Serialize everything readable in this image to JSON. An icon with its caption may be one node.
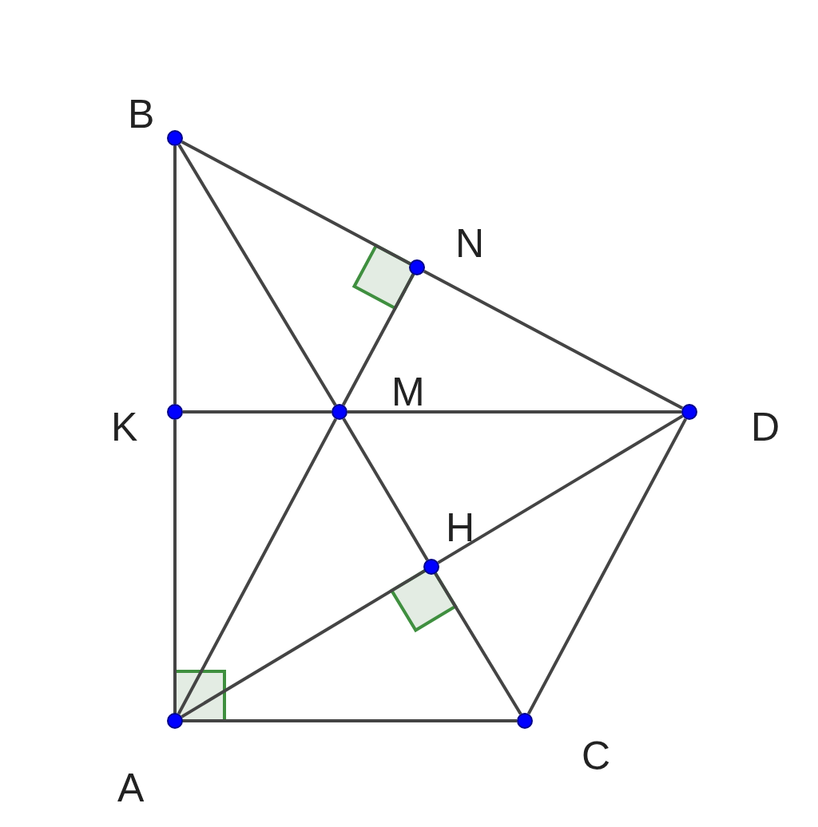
{
  "diagram": {
    "nodes": [
      {
        "text": [
          "B"
        ]
      },
      {
        "text": [
          "N"
        ]
      },
      {
        "text": [
          "M"
        ]
      },
      {
        "text": [
          "K"
        ]
      },
      {
        "text": [
          "D"
        ]
      },
      {
        "text": [
          "H"
        ]
      },
      {
        "text": [
          "C"
        ]
      },
      {
        "text": [
          "A"
        ]
      }
    ],
    "edges": [
      {
        "from": 0,
        "to": 3,
        "arrow": "none"
      },
      {
        "from": 3,
        "to": 7,
        "arrow": "none"
      },
      {
        "from": 0,
        "to": 1,
        "arrow": "none"
      },
      {
        "from": 1,
        "to": 4,
        "arrow": "none"
      },
      {
        "from": 0,
        "to": 2,
        "arrow": "none"
      },
      {
        "from": 2,
        "to": 5,
        "arrow": "none"
      },
      {
        "from": 5,
        "to": 6,
        "arrow": "none"
      },
      {
        "from": 3,
        "to": 2,
        "arrow": "none"
      },
      {
        "from": 2,
        "to": 4,
        "arrow": "none"
      },
      {
        "from": 1,
        "to": 2,
        "arrow": "none"
      },
      {
        "from": 2,
        "to": 7,
        "arrow": "none"
      },
      {
        "from": 7,
        "to": 5,
        "arrow": "none"
      },
      {
        "from": 5,
        "to": 4,
        "arrow": "none"
      },
      {
        "from": 7,
        "to": 6,
        "arrow": "none"
      },
      {
        "from": 6,
        "to": 4,
        "arrow": "none"
      }
    ]
  }
}
